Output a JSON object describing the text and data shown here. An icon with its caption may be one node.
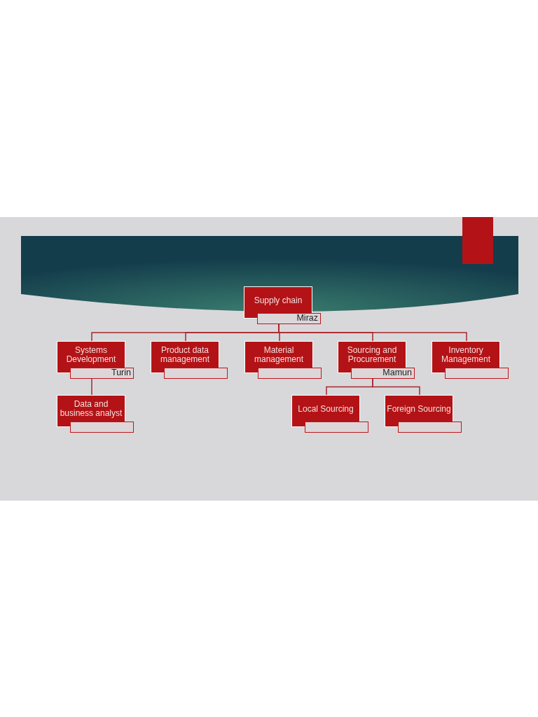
{
  "diagram": {
    "nodes": [
      {
        "text": [
          "Supply chain"
        ]
      },
      {
        "text": [
          "Miraz"
        ]
      },
      {
        "text": [
          "Systems Development"
        ]
      },
      {
        "text": [
          "Turin"
        ]
      },
      {
        "text": [
          "Product data management"
        ]
      },
      {
        "text": [],
        "shape": "box"
      },
      {
        "text": [
          "Material management"
        ]
      },
      {
        "text": [],
        "shape": "box"
      },
      {
        "text": [
          "Sourcing and Procurement"
        ]
      },
      {
        "text": [
          "Mamun"
        ]
      },
      {
        "text": [
          "Inventory Management"
        ]
      },
      {
        "text": [],
        "shape": "box"
      },
      {
        "text": [
          "Data and business analyst"
        ]
      },
      {
        "text": [],
        "shape": "box"
      },
      {
        "text": [
          "Local Sourcing"
        ]
      },
      {
        "text": [],
        "shape": "box"
      },
      {
        "text": [
          "Foreign Sourcing"
        ]
      },
      {
        "text": [],
        "shape": "box"
      }
    ],
    "edges": [
      {
        "from": 1,
        "to": 2,
        "arrow": "none"
      },
      {
        "from": 1,
        "to": 4,
        "arrow": "none"
      },
      {
        "from": 1,
        "to": 6,
        "arrow": "none"
      },
      {
        "from": 1,
        "to": 8,
        "arrow": "none"
      },
      {
        "from": 1,
        "to": 10,
        "arrow": "none"
      },
      {
        "from": 3,
        "to": 12,
        "arrow": "none"
      },
      {
        "from": 9,
        "to": 14,
        "arrow": "none"
      },
      {
        "from": 9,
        "to": 16,
        "arrow": "none"
      }
    ]
  }
}
